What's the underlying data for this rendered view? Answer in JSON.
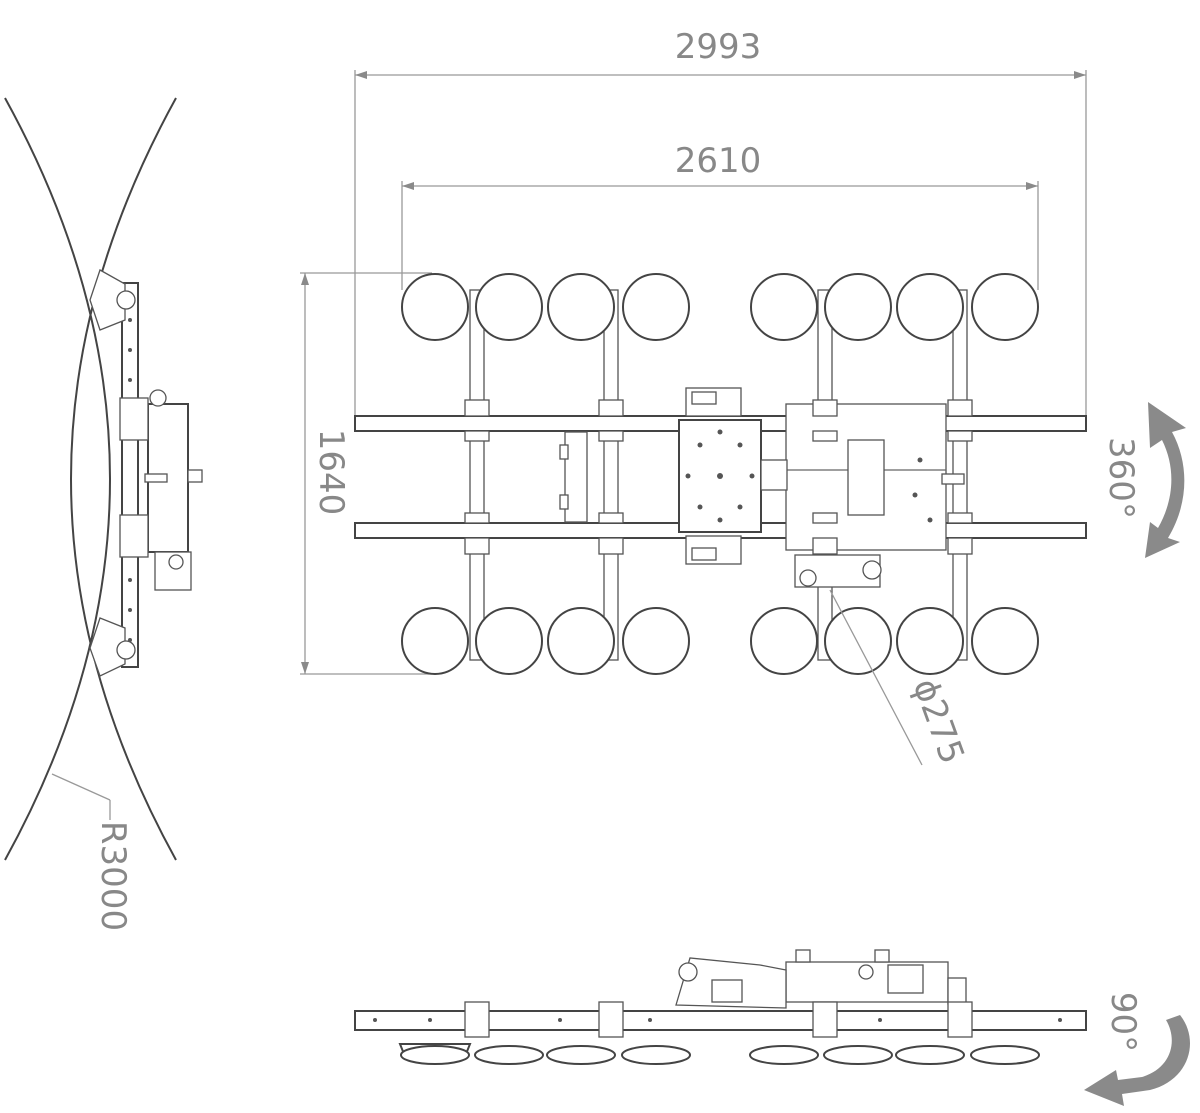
{
  "dimensions": {
    "overall_length": "2993",
    "pad_span": "2610",
    "height": "1640",
    "pad_diameter": "ϕ275",
    "curve_radius": "R3000",
    "rotation_main": "360°",
    "tilt_angle": "90°"
  },
  "colors": {
    "line": "#444444",
    "dimension": "#888888",
    "arrow": "#8a8a8a",
    "background": "#ffffff"
  }
}
